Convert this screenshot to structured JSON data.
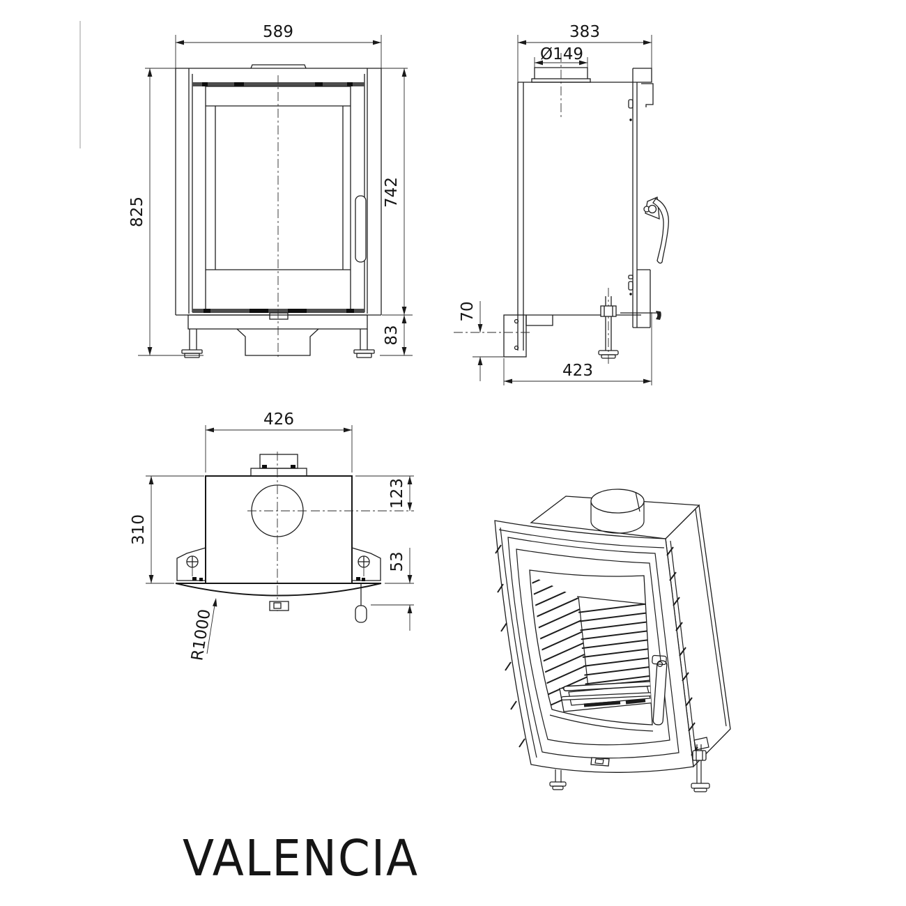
{
  "drawing": {
    "title": "VALENCIA",
    "front": {
      "width": "589",
      "overall_height": "825",
      "frame_height": "742",
      "base_height": "83"
    },
    "side": {
      "depth": "383",
      "flue_diameter": "Ø149",
      "bracket_height": "70",
      "base_depth": "423"
    },
    "top": {
      "width": "426",
      "depth": "310",
      "flue_center": "123",
      "front_offset": "53",
      "front_radius": "R1000"
    }
  }
}
